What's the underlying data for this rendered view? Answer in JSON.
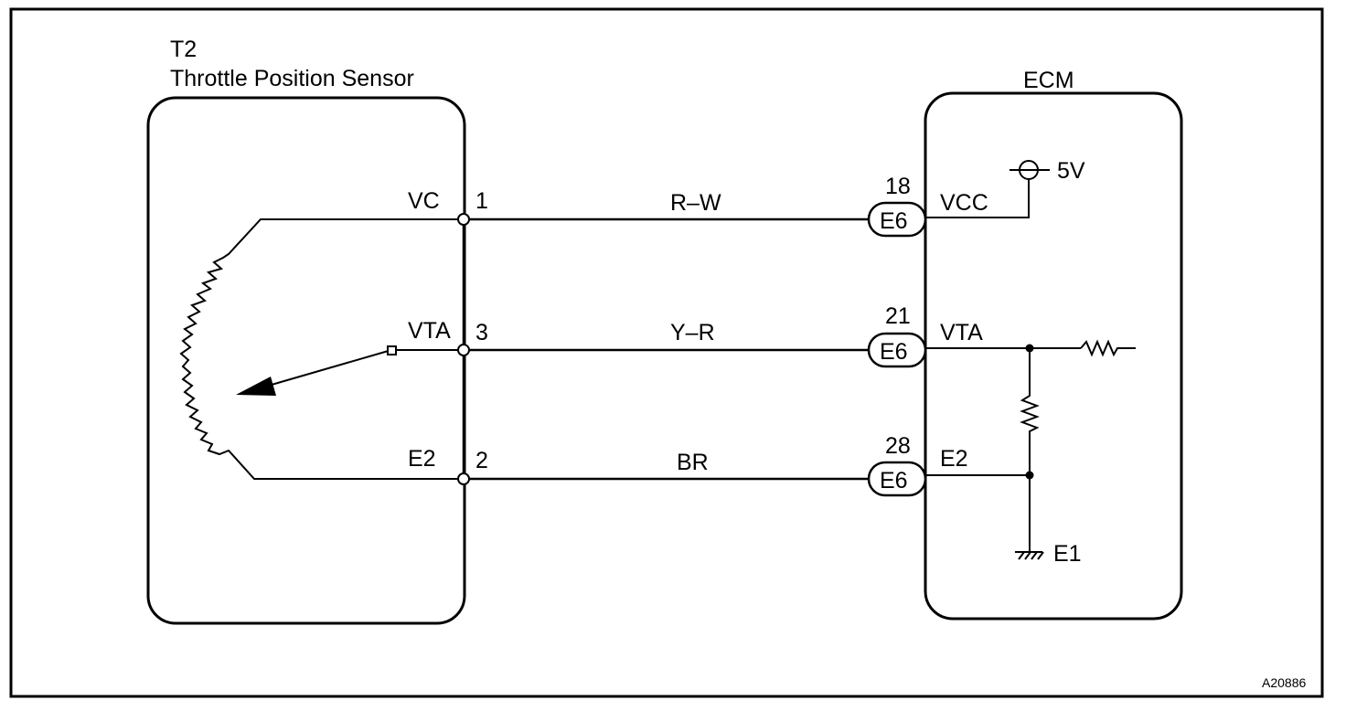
{
  "sensor": {
    "code": "T2",
    "name": "Throttle Position Sensor",
    "pins": [
      {
        "label": "VC",
        "number": "1"
      },
      {
        "label": "VTA",
        "number": "3"
      },
      {
        "label": "E2",
        "number": "2"
      }
    ]
  },
  "ecm": {
    "name": "ECM",
    "pins": [
      {
        "label": "VCC",
        "number": "18",
        "connector": "E6"
      },
      {
        "label": "VTA",
        "number": "21",
        "connector": "E6"
      },
      {
        "label": "E2",
        "number": "28",
        "connector": "E6"
      }
    ],
    "supply": "5V",
    "ground": "E1"
  },
  "wires": [
    {
      "color": "R–W"
    },
    {
      "color": "Y–R"
    },
    {
      "color": "BR"
    }
  ],
  "figure_id": "A20886"
}
